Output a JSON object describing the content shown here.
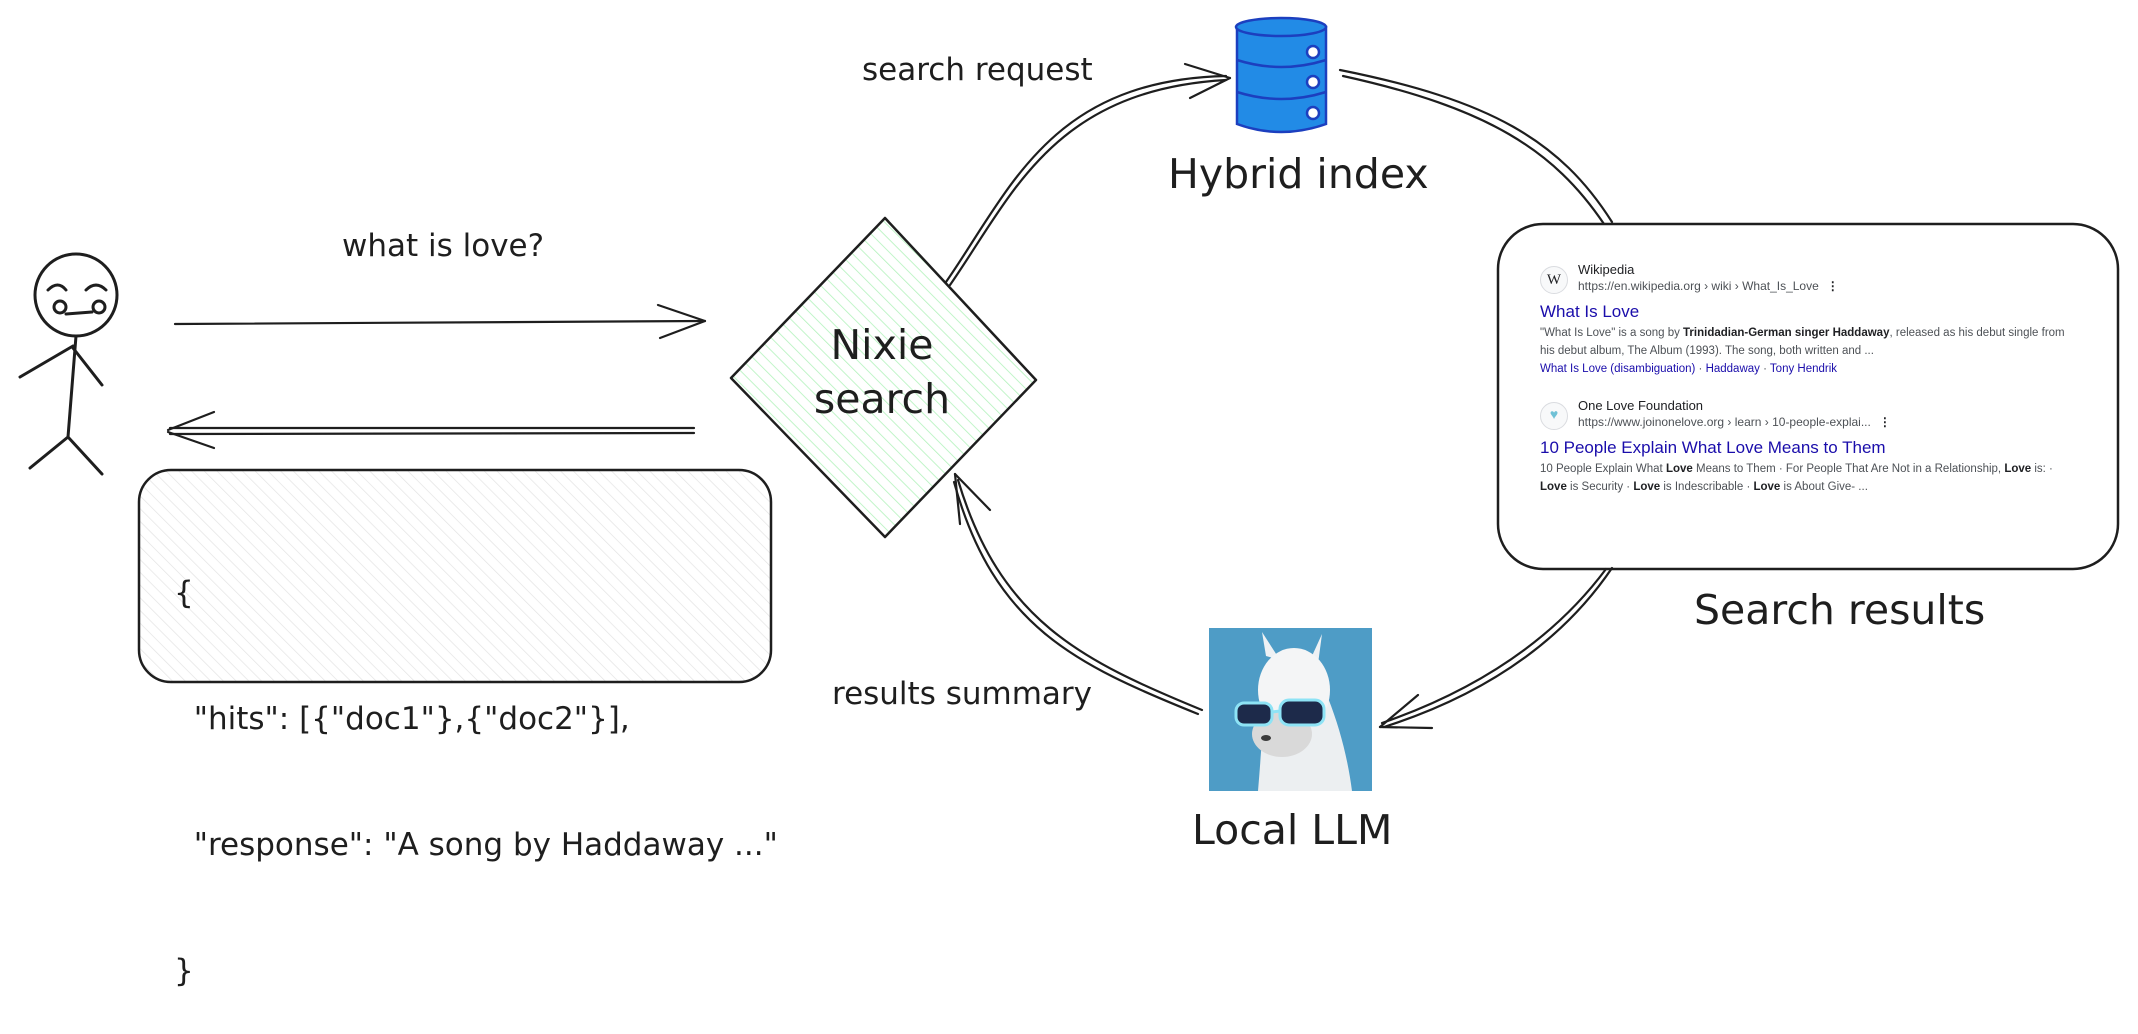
{
  "labels": {
    "query": "what is love?",
    "search_request": "search request",
    "results_summary": "results summary",
    "hybrid_index": "Hybrid index",
    "search_results": "Search results",
    "local_llm": "Local LLM",
    "nixie_line1": "Nixie",
    "nixie_line2": "search"
  },
  "json_response": {
    "line1": "{",
    "line2": "  \"hits\": [{\"doc1\"},{\"doc2\"}],",
    "line3": "  \"response\": \"A song by Haddaway ...\"",
    "line4": "}"
  },
  "results": [
    {
      "favicon": "W",
      "site": "Wikipedia",
      "url": "https://en.wikipedia.org › wiki › What_Is_Love",
      "title": "What Is Love",
      "snippet_pre": "\"What Is Love\" is a song by ",
      "snippet_bold": "Trinidadian-German singer Haddaway",
      "snippet_post": ", released as his debut single from his debut album, The Album (1993). The song, both written and ...",
      "sitelinks": [
        "What Is Love (disambiguation)",
        "Haddaway",
        "Tony Hendrik"
      ]
    },
    {
      "favicon": "heart-icon",
      "site": "One Love Foundation",
      "url": "https://www.joinonelove.org › learn › 10-people-explai...",
      "title": "10 People Explain What Love Means to Them",
      "snippet": "10 People Explain What Love Means to Them · For People That Are Not in a Relationship, Love is: · Love is Security · Love is Indescribable · Love is About Give- ..."
    }
  ],
  "icons": {
    "person": "stick-figure-icon",
    "database": "database-icon",
    "llama": "llama-icon"
  },
  "colors": {
    "stroke": "#1e1e1e",
    "nixie_fill": "#b2f2bb",
    "database_fill": "#228be6",
    "database_stroke": "#1c3fbf",
    "link": "#1a0dab",
    "llama_sky": "#4e9cc6"
  }
}
